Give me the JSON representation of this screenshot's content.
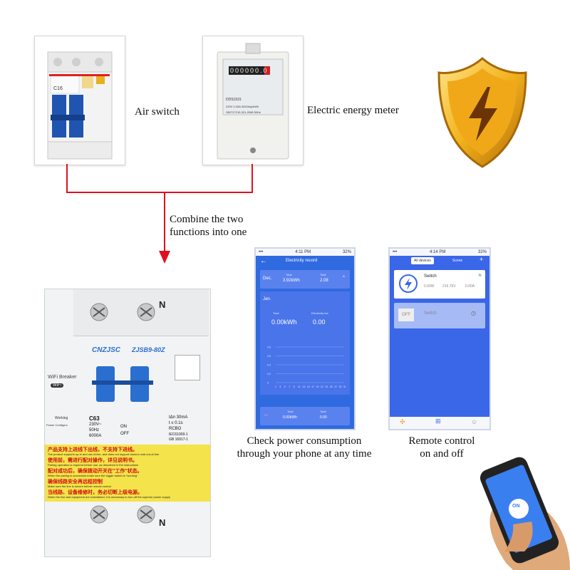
{
  "top": {
    "air_switch_caption": "Air switch",
    "meter_caption": "Electric energy meter",
    "air_switch_rating": "C16",
    "meter_display": "000000.0",
    "meter_model": "DDS1531",
    "meter_spec": "220V  0.25A  3200imp/kWh",
    "meter_std": "GB/T17215.321-2008  50Hz"
  },
  "arrow_caption_line1": "Combine the two",
  "arrow_caption_line2": "functions into one",
  "breaker": {
    "terminal_n": "N",
    "brand": "CNZJSC",
    "model": "ZJSB9-80Z",
    "label": "WiFi Breaker",
    "wifi_badge": "WiFi",
    "rating": "C63",
    "voltage": "230V~",
    "freq": "50Hz",
    "breaking": "6000A",
    "on_label": "ON",
    "off_label": "OFF",
    "ian": "IΔn 30mA",
    "time": "t ≤ 0.1s",
    "type": "RCBO",
    "std1": "IEC61009-1",
    "std2": "GB 16917-1",
    "warn_cn_1": "产品支持上进线下出线，不支持下进线。",
    "warn_en_1": "The product supports up-in and out-of-line, and does not support down-in and out-of-line",
    "warn_cn_2": "使用前，需进行配对操作，详见说明书。",
    "warn_en_2": "Pairing operation is required before use, as described in the instructions",
    "warn_cn_3": "配对成功后，确保拨动开关在\"工作\"状态。",
    "warn_en_3": "When the pairing is successful,make sure the toggle switch is \"working\"",
    "warn_cn_4": "确保线路安全再远程控制",
    "warn_en_4": "Make sure the line is secure before remote control",
    "warn_cn_5": "当线路、设备维修时，务必切断上级电源。",
    "warn_en_5": "When the line and equipment are maintained, it is necessary to turn off the superior power supply",
    "working": "Working",
    "power_config": "Power Configure"
  },
  "app_left": {
    "status_time": "4:11 PM",
    "status_batt": "32%",
    "header": "Electricity record",
    "row1_label": "Dec.",
    "row1_total_label": "Total",
    "row1_total": "3.92kWh",
    "row1_total2_label": "Total",
    "row1_total2": "2.08",
    "month": "Jan.",
    "total_label": "Total",
    "total_value": "0.00kWh",
    "fee_label": "Electricity fee",
    "fee_value": "0.00",
    "row3_label": "...",
    "row3_total_label": "Total",
    "row3_total": "0.00kWh",
    "row3_total2_label": "Total",
    "row3_total2": "0.00"
  },
  "app_right": {
    "status_time": "4:14 PM",
    "status_batt": "32%",
    "tab_all": "All devices",
    "tab_scene": "Scene",
    "device_name": "Switch",
    "device_power": "0.00W",
    "device_voltage": "216.76V",
    "device_current": "0.00A",
    "device2_name": "Switch",
    "off_badge": "OFF"
  },
  "caption_left_1": "Check power consumption",
  "caption_left_2": "through your phone at any time",
  "caption_right_1": "Remote control",
  "caption_right_2": "on and off",
  "hand_phone": {
    "button_label": "ON"
  },
  "chart_ticks_y": [
    "0.8",
    "0.6",
    "0.4",
    "0.2",
    "0"
  ],
  "chart_ticks_x": [
    "1",
    "3",
    "5",
    "7",
    "9",
    "11",
    "13",
    "15",
    "17",
    "19",
    "21",
    "23",
    "25",
    "27",
    "29",
    "31"
  ],
  "colors": {
    "wire": "#e01020",
    "app_blue": "#3a66e8",
    "shield_gold": "#f2b21c",
    "warning_yellow": "#f4e34a"
  }
}
